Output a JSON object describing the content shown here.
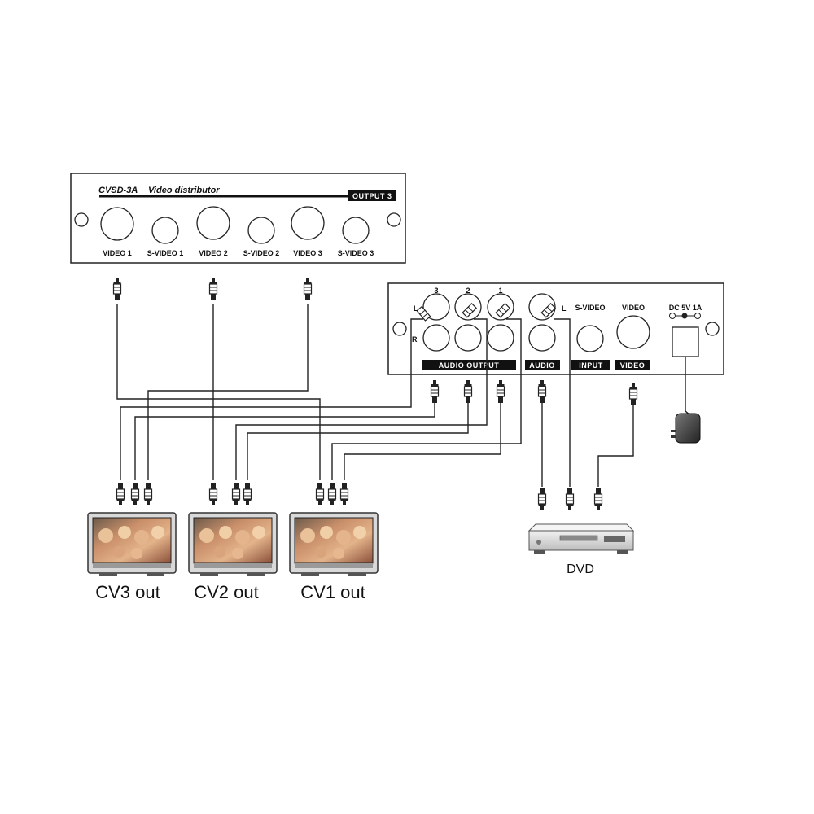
{
  "front_panel": {
    "model": "CVSD-3A",
    "subtitle": "Video distributor",
    "output_tag": "OUTPUT 3",
    "ports": [
      "VIDEO 1",
      "S-VIDEO 1",
      "VIDEO 2",
      "S-VIDEO 2",
      "VIDEO 3",
      "S-VIDEO 3"
    ]
  },
  "rear_panel": {
    "channel_numbers": [
      "3",
      "2",
      "1"
    ],
    "left_marker": "L",
    "right_marker": "R",
    "input_left_marker": "L",
    "svideo_label": "S-VIDEO",
    "video_label": "VIDEO",
    "power_label": "DC 5V 1A",
    "audio_output_bar": "AUDIO OUTPUT",
    "audio_bar": "AUDIO",
    "input_bar": "INPUT",
    "video_bar": "VIDEO"
  },
  "devices": {
    "tv_labels": [
      "CV3 out",
      "CV2 out",
      "CV1 out"
    ],
    "dvd_label": "DVD"
  },
  "colors": {
    "line": "#222222",
    "panel_bar": "#111111",
    "tv_body": "#d9d9d9",
    "dvd_body": "#e3e3e3"
  }
}
